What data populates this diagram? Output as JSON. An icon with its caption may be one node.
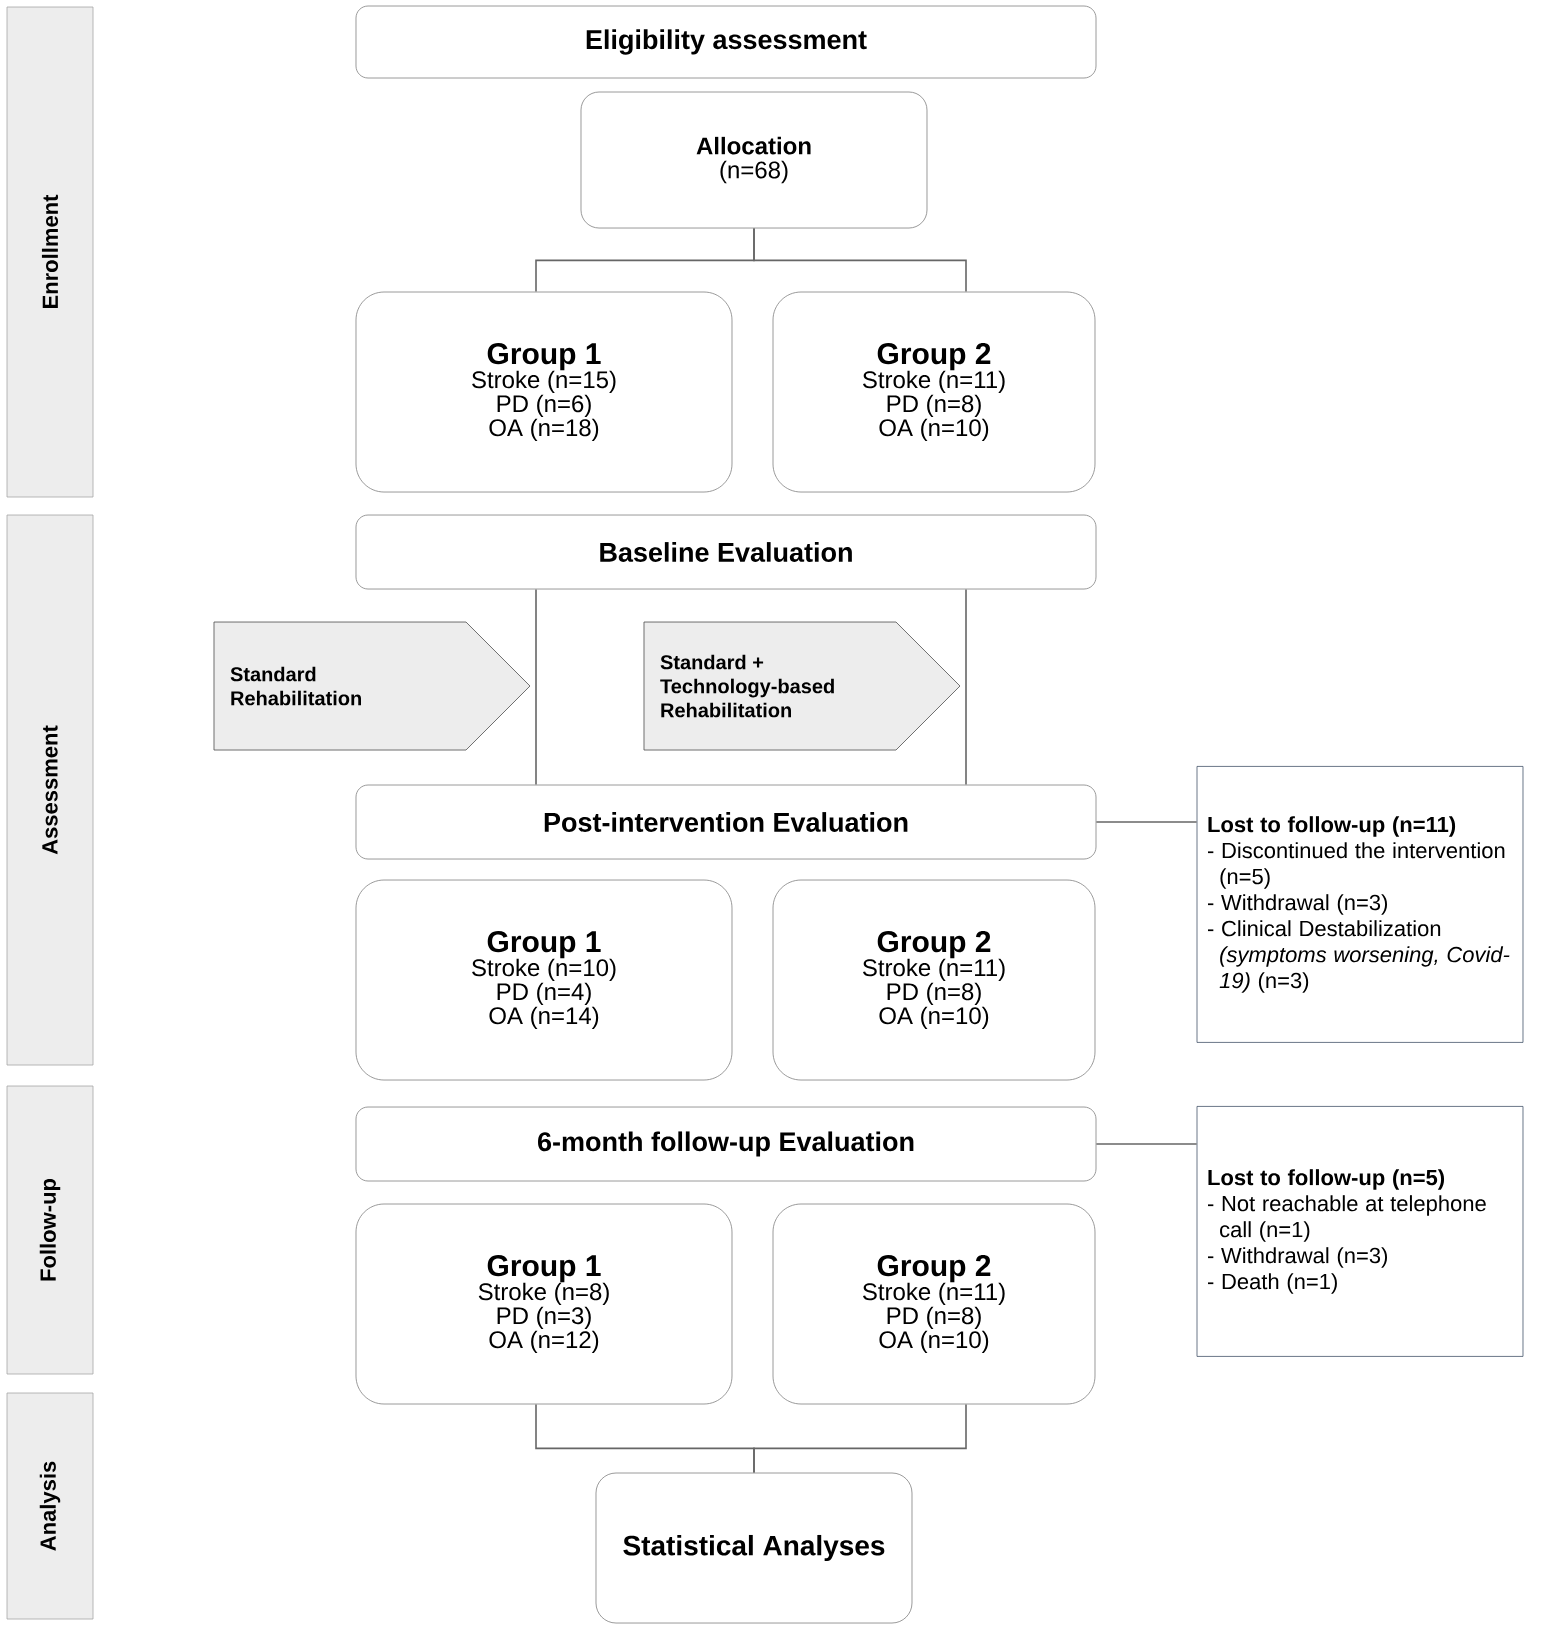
{
  "diagram": {
    "nodes": [
      {
        "text": [
          "Enrollment"
        ]
      },
      {
        "text": [
          "Assessment"
        ]
      },
      {
        "text": [
          "Follow-up"
        ]
      },
      {
        "text": [
          "Analysis"
        ]
      },
      {
        "text": [
          "Eligibility assessment"
        ]
      },
      {
        "text": [
          "Allocation",
          "(n=68)"
        ]
      },
      {
        "text": [
          "Group 1",
          "Stroke (n=15)",
          "PD (n=6)",
          "OA (n=18)"
        ]
      },
      {
        "text": [
          "Group 2",
          "Stroke (n=11)",
          "PD (n=8)",
          "OA (n=10)"
        ]
      },
      {
        "text": [
          "Baseline Evaluation"
        ]
      },
      {
        "text": [
          "Standard Rehabilitation"
        ]
      },
      {
        "text": [
          "Standard + Technology-based Rehabilitation"
        ]
      },
      {
        "text": [
          "Post-intervention Evaluation"
        ]
      },
      {
        "text": [
          "Group 1",
          "Stroke (n=10)",
          "PD (n=4)",
          "OA (n=14)"
        ]
      },
      {
        "text": [
          "Group 2",
          "Stroke (n=11)",
          "PD (n=8)",
          "OA (n=10)"
        ]
      },
      {
        "text": [
          "Lost to follow-up (n=11)",
          "- Discontinued the intervention (n=5)",
          "- Withdrawal (n=3)",
          "- Clinical Destabilization *(symptoms worsening, Covid-19)* (n=3)"
        ]
      },
      {
        "text": [
          "6-month follow-up Evaluation"
        ]
      },
      {
        "text": [
          "Group 1",
          "Stroke (n=8)",
          "PD (n=3)",
          "OA (n=12)"
        ]
      },
      {
        "text": [
          "Group 2",
          "Stroke (n=11)",
          "PD (n=8)",
          "OA (n=10)"
        ]
      },
      {
        "text": [
          "Lost to follow-up (n=5)",
          "- Not reachable at telephone call (n=1)",
          "- Withdrawal (n=3)",
          "- Death (n=1)"
        ]
      },
      {
        "text": [
          "Statistical Analyses"
        ]
      }
    ],
    "edges": [
      {
        "from": 5,
        "to": 6,
        "arrow": "none"
      },
      {
        "from": 5,
        "to": 7,
        "arrow": "none"
      },
      {
        "from": 8,
        "to": 11,
        "arrow": "none"
      },
      {
        "from": 8,
        "to": 11,
        "arrow": "none"
      },
      {
        "from": 11,
        "to": 14,
        "arrow": "none"
      },
      {
        "from": 15,
        "to": 18,
        "arrow": "none"
      },
      {
        "from": 16,
        "to": 19,
        "arrow": "none"
      },
      {
        "from": 17,
        "to": 19,
        "arrow": "none"
      }
    ]
  }
}
